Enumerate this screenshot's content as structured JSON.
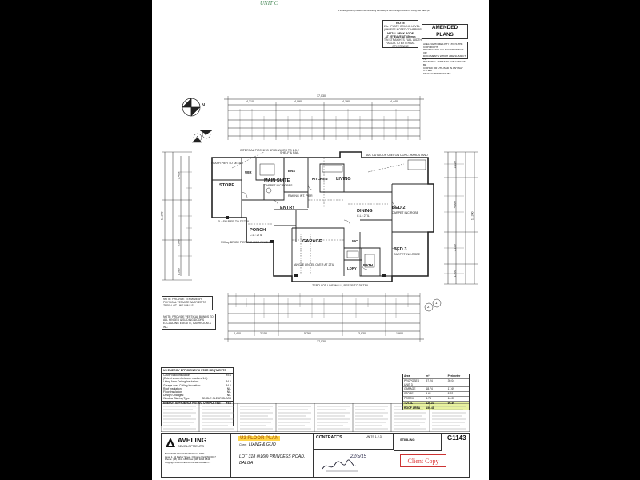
{
  "header": {
    "corner_note": "UNIT C",
    "path_text": "G:\\Drafting\\Aveling Developments\\Aveling Dev\\Liang & Guo\\Stirling\\Unit1&2\\U3 Living Gav Basic.pln",
    "note_title": "NOTE",
    "note_lines": [
      "28c +PLATE CEILING LEVEL",
      "(UNLESS NOTED OTHERWISE)",
      "METAL DECK ROOF",
      "AT 25° EAVE AT 450mm",
      "TIN STRAIGHTS FULL WIDTH",
      "FASCIA TO EXTERNAL",
      "OTHERWISE"
    ],
    "amended": [
      "AMENDED",
      "PLANS"
    ],
    "copyright_lines": [
      "AVELING HOMES PTY LTD IS THE COPYRIGHT",
      "PROTECTION ON ANY DRAWINGS OR",
      "DOCUMENTS WHICH ARE SUBJECT TO",
      "PLANNING. THESE PLANS CANNOT BE",
      "COPIED OR UTILISED IN ANYWAY OTHER",
      "THAN AUTHORISED BY",
      "AVELING HOMES PTY LTD."
    ]
  },
  "plan": {
    "north_label": "N",
    "overall_width": "17,030",
    "overall_depth": "11,390",
    "top_dims": [
      "4,310",
      "4,090",
      "4,190",
      "4,440"
    ],
    "bottom_dims": [
      "2,400",
      "2,150",
      "5,760",
      "3,830",
      "1,900"
    ],
    "left_dims": [
      "3,460",
      "3,640",
      "1,380"
    ],
    "right_dims": [
      "2,230",
      "4,960",
      "5,100",
      "1,600"
    ],
    "section_markers": [
      "3",
      "4",
      "1",
      "2"
    ],
    "rooms": [
      {
        "name": "STORE"
      },
      {
        "name": "MAIN SUITE",
        "detail": "CARPET INC-ROBES"
      },
      {
        "name": "LIVING"
      },
      {
        "name": "ENTRY"
      },
      {
        "name": "PORCH",
        "detail": "C.L.: 2TIL"
      },
      {
        "name": "GARAGE"
      },
      {
        "name": "DINING",
        "detail": "C.L.: 2TIL"
      },
      {
        "name": "BED 2",
        "detail": "CARPET INC-ROBE"
      },
      {
        "name": "BED 3",
        "detail": "CARPET INC-ROBE"
      },
      {
        "name": "BATH"
      },
      {
        "name": "LDRY"
      },
      {
        "name": "WIR"
      },
      {
        "name": "ENS"
      },
      {
        "name": "KITCHEN"
      },
      {
        "name": "WC"
      }
    ],
    "annotations": [
      "FLASH PIER TO DETAIL",
      "INTERNAL PITCHING BRICKWORK TO 2.5.2",
      "A/C OUTDOOR UNIT ON CONC. HARDSTAND",
      "SHELF & RAIL",
      "RAKING INT. PIER",
      "FLASH PIER TO DETAIL",
      "390sq. BRICK PIER RENDER FINISH",
      "ANGLE LINTEL OVER AT 2TIL",
      "ZERO LOT LINE WALL, REFER TO DETAIL"
    ],
    "notes": [
      "NOTE: PROVIDE TERMIMESH PHYSICAL TERMITE BARRIER TO ZERO LOT LINE WALLS",
      "NOTE: PROVIDE VERTICAL BLINDS TO ALL HINGED & SLIDING DOORS EXCLUDING ENSUITE, BATHROOM & WC"
    ]
  },
  "energy": {
    "title": "U3 ENERGY EFFICIENCY 6 STAR REQ'MENTS",
    "rows": [
      {
        "label": "Cavity Brick Insulation:",
        "value": "YES"
      },
      {
        "label": "(Extent shown between markers 1-2)",
        "value": ""
      },
      {
        "label": "Living Area Ceiling Insulation:",
        "value": "R4.1"
      },
      {
        "label": "Garage Area Ceiling Insulation:",
        "value": "R4.1"
      },
      {
        "label": "Roof Insulation:",
        "value": "NIL"
      },
      {
        "label": "Floor Insulation:",
        "value": "NIL"
      },
      {
        "label": "Design Changes:",
        "value": "NIL"
      },
      {
        "label": "Window Glazing Type:",
        "value": "SINGLE CLEAR GLASS"
      }
    ],
    "rating": {
      "label": "ENERGY EFFICIENCY RATING COMPLETED:",
      "value": "YES"
    }
  },
  "areas": {
    "headers": [
      "Area",
      "m²",
      "Perimeter"
    ],
    "rows": [
      {
        "name": "PROPOSED UNIT 3",
        "area": "97.24",
        "perim": "39.04"
      },
      {
        "name": "GARAGE",
        "area": "18.74",
        "perim": "17.69"
      },
      {
        "name": "STORE",
        "area": "4.61",
        "perim": "8.92"
      },
      {
        "name": "PORCH",
        "area": "5.74",
        "perim": "10.05"
      },
      {
        "name": "TOTAL",
        "area": "126.33",
        "perim": "56.30"
      },
      {
        "name": "ROOF AREA",
        "area": "150.48",
        "perim": ""
      }
    ]
  },
  "titleblock": {
    "company": "AVELING",
    "company_sub": "DEVELOPMENTS",
    "company_info": [
      "BUILDERS REGISTRATION No. 9780",
      "Level 1, 42 Parker Street, Osborne Park WA 6017",
      "Phone: (08) 9244 1888  Fax: (08) 9244 1844",
      "Copyright 2014 AVELING DEVELOPMENTS"
    ],
    "plan_title": "U3 FLOOR PLAN",
    "client_label": "Client",
    "client": "LIANG & GUO",
    "site": "LOT 318 (#160) PRINCESS ROAD,",
    "suburb": "BALGA",
    "contracts": "CONTRACTS",
    "units": "UNITS 1,2,3",
    "stirling": "STIRLING",
    "job_no": "G1143",
    "stamp": "Client Copy",
    "date_handwritten": "22/5/15"
  }
}
